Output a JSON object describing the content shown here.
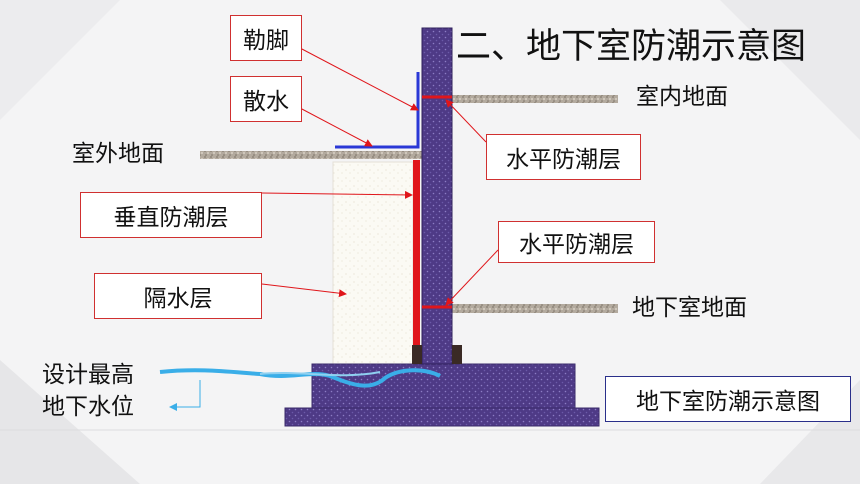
{
  "title": "二、地下室防潮示意图",
  "labels": {
    "lejiao": "勒脚",
    "sanshui": "散水",
    "shiwai_dimian": "室外地面",
    "shinei_dimian": "室内地面",
    "shuiping_1": "水平防潮层",
    "shuiping_2": "水平防潮层",
    "chuizhi": "垂直防潮层",
    "geshui": "隔水层",
    "dixiashi_dimian": "地下室地面",
    "water_level_1": "设计最高",
    "water_level_2": "地下水位",
    "caption": "地下室防潮示意图"
  },
  "colors": {
    "wall": "#4b2c83",
    "slab": "#4e3a86",
    "ground": "#b3aa9e",
    "damp_red": "#e0161b",
    "blue_line": "#2a38d6",
    "water": "#3aaee8",
    "leader": "#e0161b"
  },
  "icons": [
    "water-wave-icon"
  ]
}
